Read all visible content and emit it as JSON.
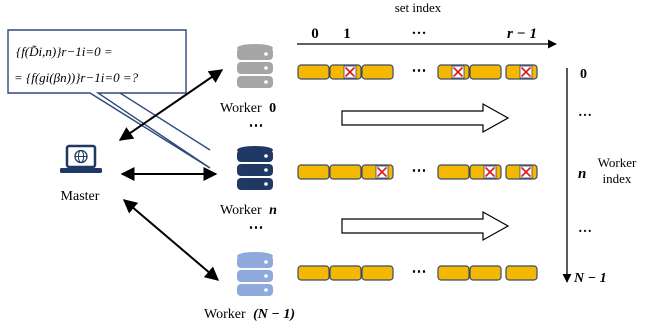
{
  "axis_top": {
    "title": "set index",
    "ticks": [
      "0",
      "1",
      "…",
      "r − 1"
    ]
  },
  "axis_right": {
    "title_prefix": "n",
    "title_lines": [
      "Worker",
      "index"
    ],
    "ticks": [
      "0",
      "…",
      "…",
      "N − 1"
    ]
  },
  "callout": {
    "line1": "{f(D̃i,n)}r−1i=0 =",
    "line2": "= {f(gi(βn))}r−1i=0 =?"
  },
  "master": {
    "label": "Master"
  },
  "workers": [
    {
      "label_prefix": "Worker",
      "label_var": "0",
      "color": "#a6a6a6"
    },
    {
      "label_prefix": "Worker",
      "label_var": "n",
      "color": "#1f3864"
    },
    {
      "label_prefix": "Worker",
      "label_var": "(N − 1)",
      "color": "#8ea9db"
    }
  ],
  "ellipsis": "⋯",
  "colors": {
    "block_fill": "#f5b800",
    "block_stroke": "#3a4a6a",
    "cross": "#e01818",
    "accent": "#1f3864"
  }
}
